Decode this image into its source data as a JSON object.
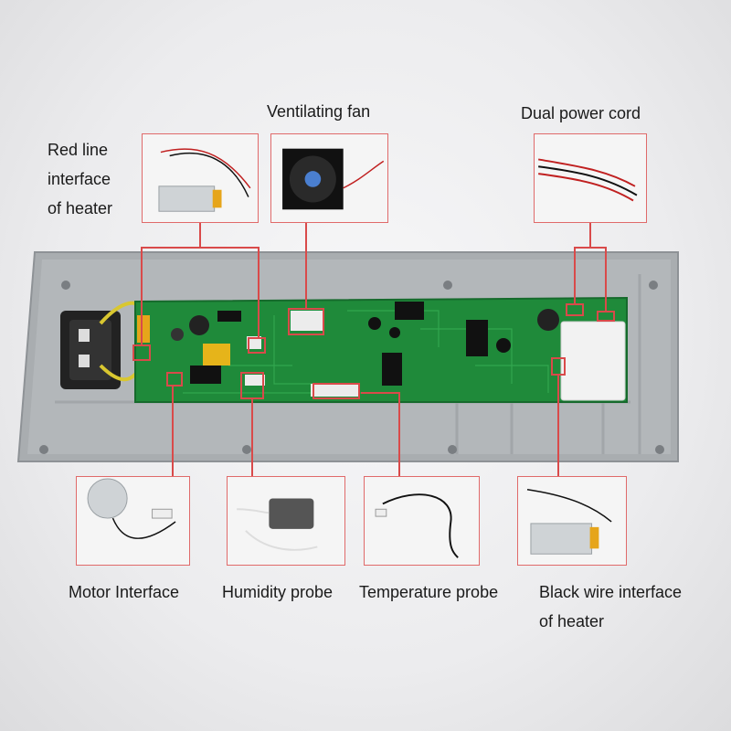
{
  "labels": {
    "ventilating_fan": "Ventilating fan",
    "dual_power_cord": "Dual power cord",
    "red_line_interface": [
      "Red line",
      "interface",
      "of heater"
    ],
    "motor_interface": "Motor Interface",
    "humidity_probe": "Humidity probe",
    "temperature_probe": "Temperature probe",
    "black_wire_interface": [
      "Black wire interface",
      "of heater"
    ]
  },
  "colors": {
    "callout_line": "#d94a4a",
    "pcb_green": "#1f8a3a",
    "panel_gray": "#a9adb0",
    "thumb_border": "#e06a6a"
  }
}
